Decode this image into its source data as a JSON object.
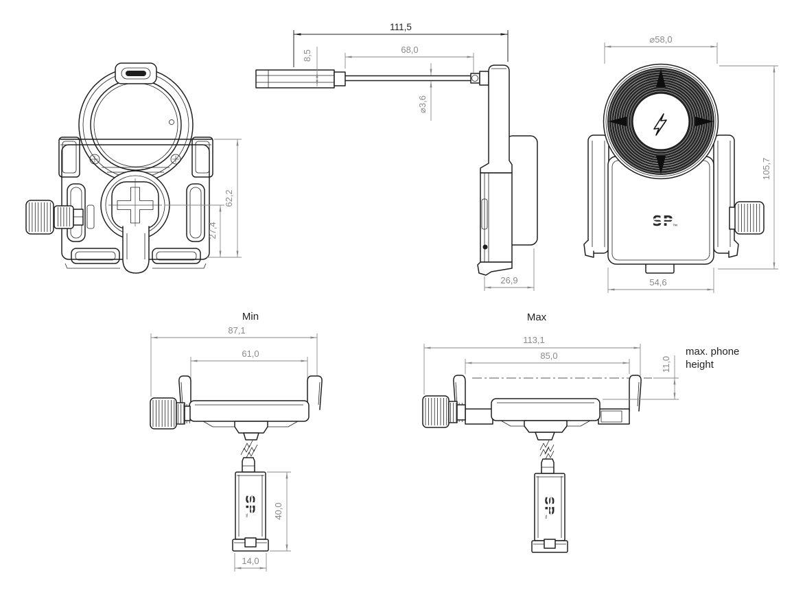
{
  "colors": {
    "line": "#1f1f1f",
    "dimension": "#8a8a8a",
    "background": "#ffffff"
  },
  "logo": {
    "text": "SP",
    "tm": "™"
  },
  "front": {
    "dim_height": "62,2",
    "dim_lower": "27,4"
  },
  "side": {
    "dim_total": "111,5",
    "dim_arm": "68,0",
    "dim_plug": "8,5",
    "dim_cable": "⌀3,6",
    "dim_depth": "26,9"
  },
  "back": {
    "dim_coil": "⌀58,0",
    "dim_height": "105,7",
    "dim_width": "54,6"
  },
  "min": {
    "title": "Min",
    "dim_outer": "87,1",
    "dim_inner": "61,0"
  },
  "max": {
    "title": "Max",
    "dim_outer": "113,1",
    "dim_inner": "85,0",
    "dim_phone": "11,0",
    "note_line1": "max. phone",
    "note_line2": "height"
  },
  "stem": {
    "dim_height": "40,0",
    "dim_width": "14,0"
  }
}
